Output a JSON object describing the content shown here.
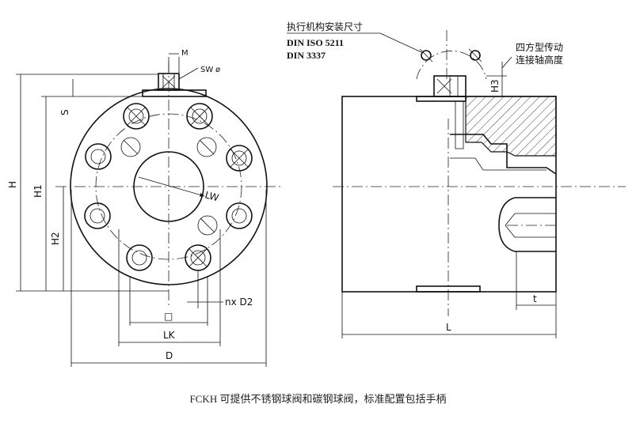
{
  "left_view": {
    "labels": {
      "M": "M",
      "SW": "SW",
      "S": "S",
      "H": "H",
      "H1": "H1",
      "H2": "H2",
      "LW": "LW",
      "nxD2": "nx D2",
      "square": "□",
      "LK": "LK",
      "D": "D"
    }
  },
  "right_view": {
    "labels": {
      "H3": "H3",
      "t": "t",
      "L": "L"
    },
    "notes": {
      "actuator_title": "执行机构安装尺寸",
      "standard_1": "DIN ISO 5211",
      "standard_2": "DIN 3337",
      "square_drive_1": "四方型传动",
      "square_drive_2": "连接轴高度"
    }
  },
  "caption": "FCKH 可提供不锈钢球阀和碳钢球阀，标准配置包括手柄"
}
